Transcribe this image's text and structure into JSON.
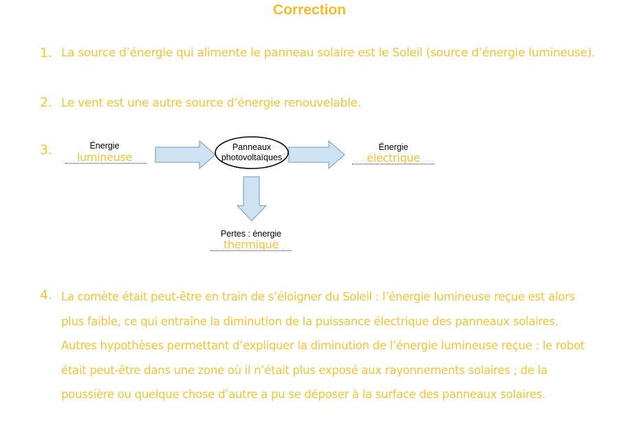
{
  "title": "Correction",
  "q1": {
    "number": "1.",
    "text": "La source d’énergie qui alimente le panneau solaire est le Soleil (source d’énergie lumineuse)."
  },
  "q2": {
    "number": "2.",
    "text": "Le vent est une autre source d’énergie renouvelable."
  },
  "q3": {
    "number": "3.",
    "input_label": "Énergie",
    "input_answer": "lumineuse",
    "converter_line1": "Panneaux",
    "converter_line2": "photovoltaïques",
    "output_label": "Énergie",
    "output_answer": "électrique",
    "loss_label": "Pertes : énergie",
    "loss_answer": "thermique",
    "arrow_fill": "#cde3f3",
    "arrow_stroke": "#6f9bbf"
  },
  "q4": {
    "number": "4.",
    "lines": [
      "La comète était peut-être en train de s’éloigner du Soleil : l’énergie lumineuse reçue est alors",
      "plus faible, ce qui entraîne la diminution de la puissance électrique des panneaux solaires.",
      "Autres hypothèses permettant d’expliquer la diminution de l’énergie lumineuse reçue : le robot",
      "était peut-être dans une zone où il n’était plus exposé aux rayonnements solaires ; de la",
      "poussière ou quelque chose d’autre a pu se déposer à la surface des panneaux solaires."
    ]
  },
  "colors": {
    "title": "#f2bd2c",
    "answer": "#f2c336"
  }
}
